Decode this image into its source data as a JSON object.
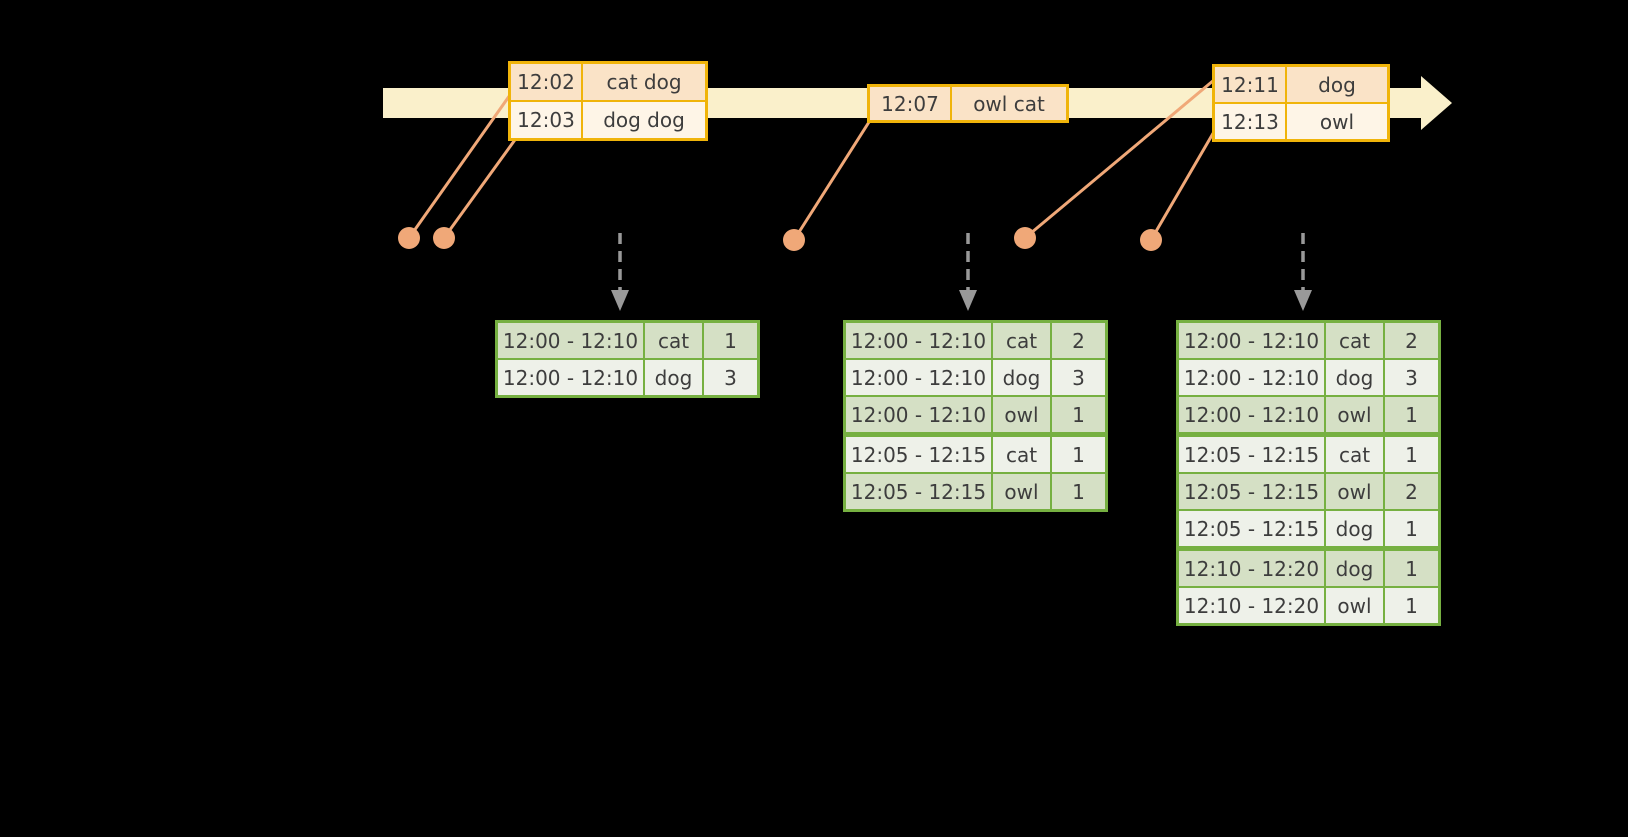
{
  "colors": {
    "background": "#000000",
    "timeline_fill": "#faf0cb",
    "event_border": "#f0b40a",
    "event_row_dark": "#fae3c7",
    "event_row_light": "#fef5e7",
    "connector": "#f0a878",
    "result_border": "#76b041",
    "result_row_dark": "#d5e0c5",
    "result_row_light": "#eef1e9",
    "emit_arrow": "#999999",
    "text": "#3d3d3d"
  },
  "events": [
    {
      "rows": [
        {
          "time": "12:02",
          "words": "cat dog"
        },
        {
          "time": "12:03",
          "words": "dog dog"
        }
      ]
    },
    {
      "rows": [
        {
          "time": "12:07",
          "words": "owl cat"
        }
      ]
    },
    {
      "rows": [
        {
          "time": "12:11",
          "words": "dog"
        },
        {
          "time": "12:13",
          "words": "owl"
        }
      ]
    }
  ],
  "results": [
    {
      "rows": [
        {
          "window": "12:00 - 12:10",
          "word": "cat",
          "count": "1"
        },
        {
          "window": "12:00 - 12:10",
          "word": "dog",
          "count": "3"
        }
      ]
    },
    {
      "rows": [
        {
          "window": "12:00 - 12:10",
          "word": "cat",
          "count": "2"
        },
        {
          "window": "12:00 - 12:10",
          "word": "dog",
          "count": "3"
        },
        {
          "window": "12:00 - 12:10",
          "word": "owl",
          "count": "1"
        },
        {
          "window": "12:05 - 12:15",
          "word": "cat",
          "count": "1"
        },
        {
          "window": "12:05 - 12:15",
          "word": "owl",
          "count": "1"
        }
      ]
    },
    {
      "rows": [
        {
          "window": "12:00 - 12:10",
          "word": "cat",
          "count": "2"
        },
        {
          "window": "12:00 - 12:10",
          "word": "dog",
          "count": "3"
        },
        {
          "window": "12:00 - 12:10",
          "word": "owl",
          "count": "1"
        },
        {
          "window": "12:05 - 12:15",
          "word": "cat",
          "count": "1"
        },
        {
          "window": "12:05 - 12:15",
          "word": "owl",
          "count": "2"
        },
        {
          "window": "12:05 - 12:15",
          "word": "dog",
          "count": "1"
        },
        {
          "window": "12:10 - 12:20",
          "word": "dog",
          "count": "1"
        },
        {
          "window": "12:10 - 12:20",
          "word": "owl",
          "count": "1"
        }
      ]
    }
  ]
}
